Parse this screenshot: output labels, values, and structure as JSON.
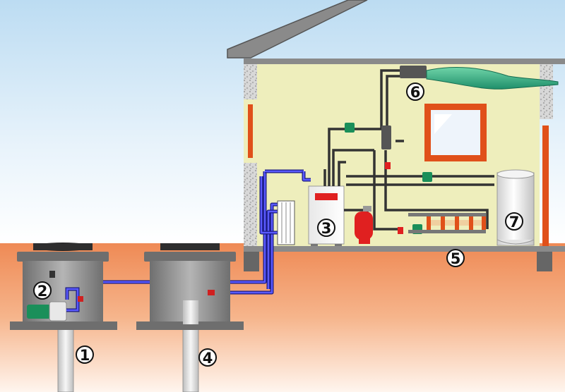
{
  "markers": {
    "m1": "1",
    "m2": "2",
    "m3": "3",
    "m4": "4",
    "m5": "5",
    "m6": "6",
    "m7": "7"
  },
  "colors": {
    "sky_top": "#cfe6f7",
    "ground": "#f0905a",
    "wall": "#eeeebc",
    "pipe_blue": "#3a3ad6",
    "pump_green": "#1a8f5a",
    "expansion_red": "#e02020",
    "accent_orange": "#e0501a"
  }
}
